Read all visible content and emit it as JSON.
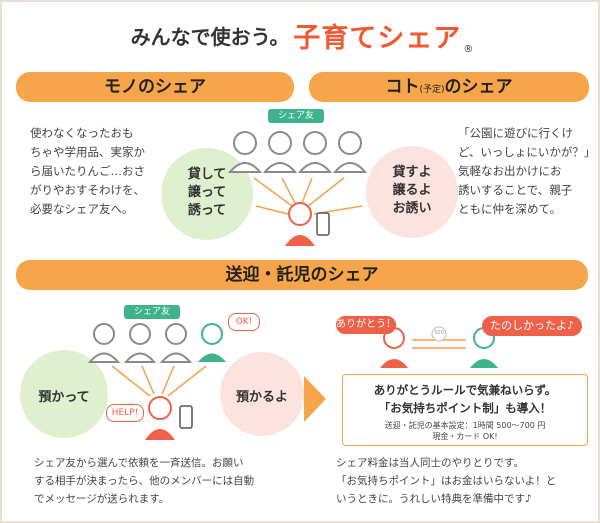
{
  "header": {
    "prefix": "みんなで使おう。",
    "brand": "子育てシェア",
    "mark": "®"
  },
  "mono": {
    "title": "モノのシェア",
    "description": [
      "使わなくなったおも",
      "ちゃや学用品、実家か",
      "ら届いたりんご…おさ",
      "がりやおすそわけを、",
      "必要なシェア友へ。"
    ],
    "tag": "シェア友",
    "circle": [
      "貸して",
      "譲って",
      "誘って"
    ]
  },
  "koto": {
    "title_pre": "コト",
    "title_small": "(予定)",
    "title_post": "のシェア",
    "circle": [
      "貸すよ",
      "譲るよ",
      "お誘い"
    ],
    "description": [
      "「公園に遊びに行くけ",
      "ど、いっしょにいかが？」",
      "気軽なお出かけにお",
      "誘いすることで、親子",
      "ともに仲を深めて。"
    ]
  },
  "sougei": {
    "title": "送迎・託児のシェア",
    "tag": "シェア友",
    "ok": "OK!",
    "help": "HELP!",
    "left_circle": "預かって",
    "right_circle": "預かるよ",
    "left_description": [
      "シェア友から選んで依頼を一斉送信。お願い",
      "する相手が決まったら、他のメンバーには自動",
      "でメッセージが送られます。"
    ],
    "thanks": "ありがとう！",
    "fun": "たのしかったよ♪",
    "coin": "500",
    "box_title": "ありがとうルールで気兼ねいらず。",
    "box_sub": "「お気持ちポイント制」も導入！",
    "box_note1": "送迎・託児の基本設定：1時間 500〜700 円",
    "box_note2": "現金・カード OK!",
    "right_description": [
      "シェア料金は当人同士のやりとりです。",
      "「お気持ちポイント」はお金はいらないよ！と",
      "いうときに。うれしい特典を準備中です♪"
    ]
  },
  "colors": {
    "accent": "#ef5a32",
    "banner": "#f6a54b",
    "green_circle": "#dff0cf",
    "pink_circle": "#fde3df",
    "tag": "#3fb38b",
    "person_red": "#ee6048",
    "person_green": "#3fb38b"
  }
}
